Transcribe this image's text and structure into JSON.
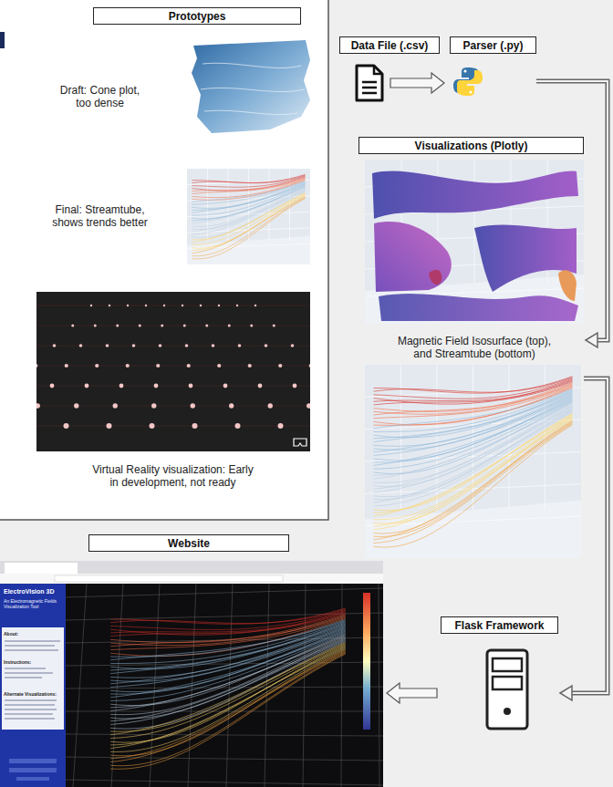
{
  "diagram": {
    "nodes": [
      {
        "text": [
          "Prototypes"
        ]
      },
      {
        "text": [
          "Data File (.csv)"
        ]
      },
      {
        "text": [
          "Parser (.py)"
        ]
      },
      {
        "text": [
          "Visualizations (Plotly)"
        ]
      },
      {
        "text": [
          "Website"
        ]
      },
      {
        "text": [
          "Flask Framework"
        ]
      }
    ],
    "edges": [
      {
        "from": 1,
        "to": 2,
        "arrow": "to"
      },
      {
        "from": 2,
        "to": 3,
        "arrow": "to"
      },
      {
        "from": 3,
        "to": 5,
        "arrow": "to"
      },
      {
        "from": 5,
        "to": 4,
        "arrow": "to"
      }
    ],
    "labels": [
      "Draft: Cone plot, too dense",
      "Final: Streamtube, shows trends better",
      "Virtual Reality visualization: Early in development, not ready",
      "Magnetic Field Isosurface (top), and Streamtube (bottom)",
      "ElectroVision 3D",
      "An Electromagnetic Fields Visualization Tool",
      "About:",
      "Instructions:",
      "Alternate Visualizations:"
    ]
  }
}
